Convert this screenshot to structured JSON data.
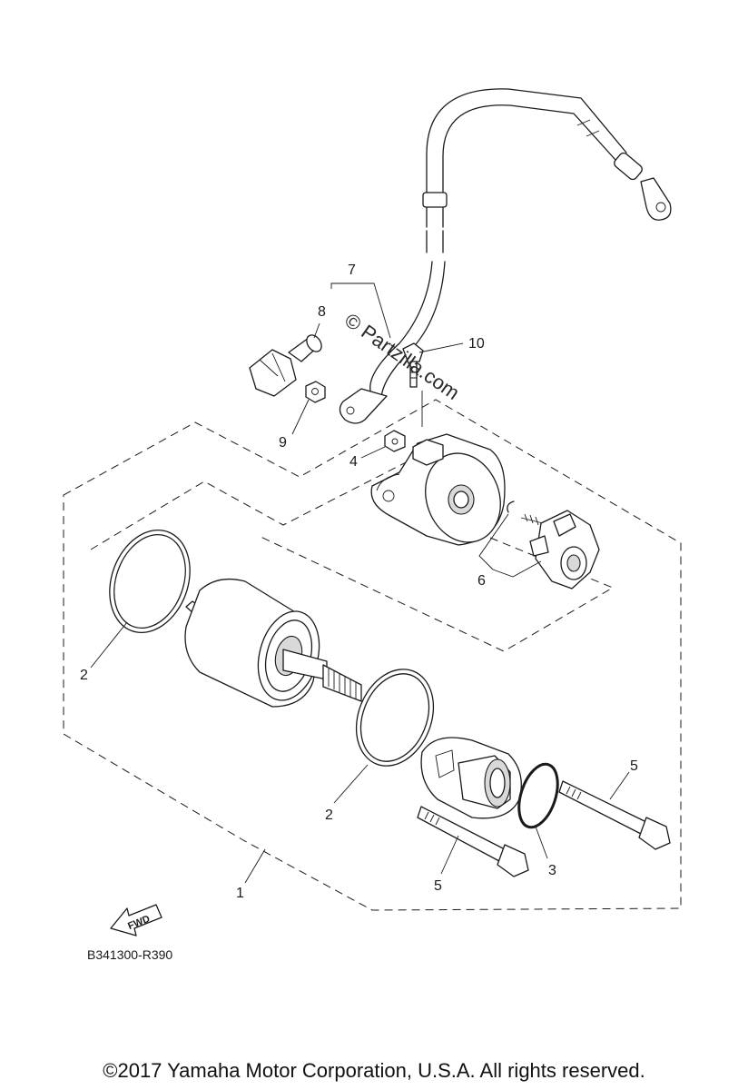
{
  "diagram_code": "B341300-R390",
  "fwd_label": "FWD",
  "watermark": "© Partzilla.com",
  "copyright": "©2017 Yamaha Motor Corporation, U.S.A. All rights reserved.",
  "callouts": {
    "c1": "1",
    "c2a": "2",
    "c2b": "2",
    "c3": "3",
    "c4": "4",
    "c5a": "5",
    "c5b": "5",
    "c6": "6",
    "c7": "7",
    "c8": "8",
    "c9": "9",
    "c10": "10"
  }
}
